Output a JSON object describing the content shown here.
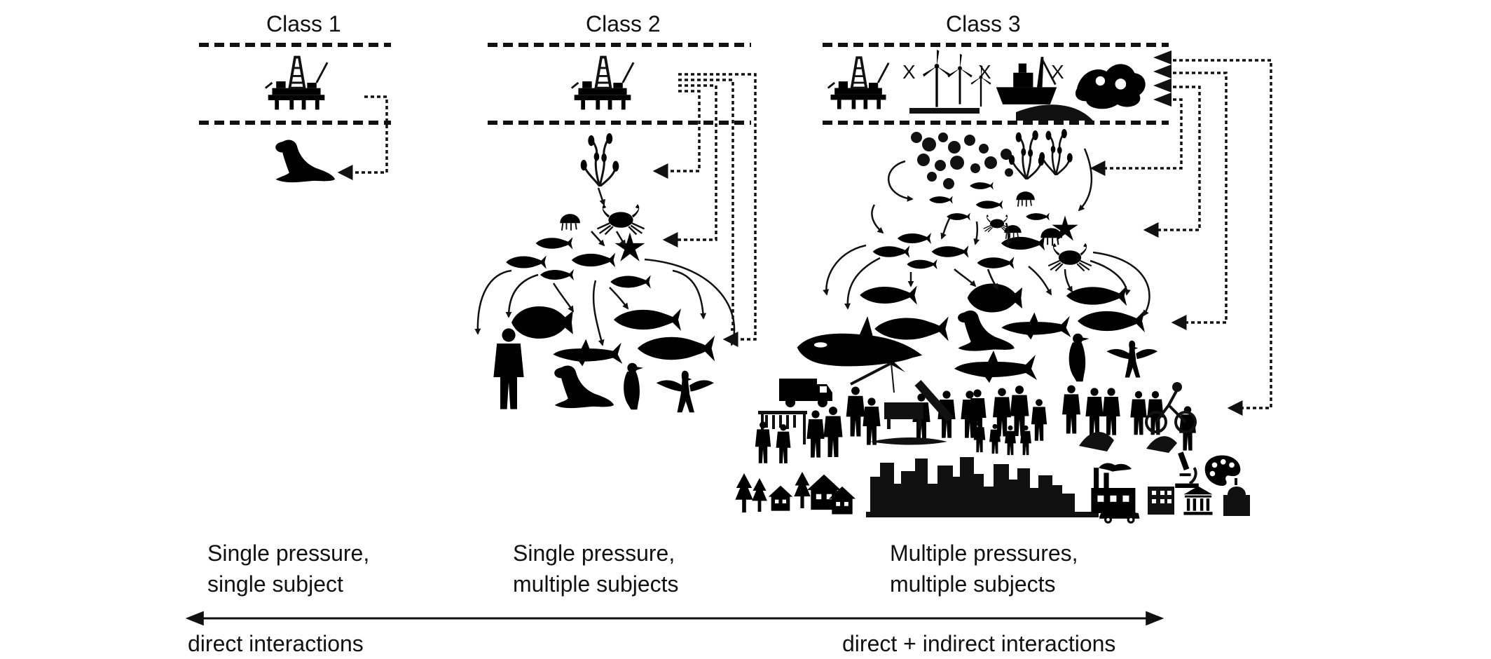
{
  "classes": [
    {
      "title": "Class 1",
      "description": [
        "Single pressure,",
        "single subject"
      ]
    },
    {
      "title": "Class 2",
      "description": [
        "Single pressure,",
        "multiple subjects"
      ]
    },
    {
      "title": "Class 3",
      "description": [
        "Multiple pressures,",
        "multiple subjects"
      ]
    }
  ],
  "pressure_separator": "X",
  "axis": {
    "left_label": "direct interactions",
    "right_label": "direct + indirect interactions"
  },
  "colors": {
    "ink": "#111111",
    "background": "#ffffff"
  },
  "icons": {
    "pressures": [
      "oil-platform-icon",
      "wind-turbine-icon",
      "fishing-vessel-icon",
      "oil-spill-icon"
    ],
    "class1_subjects": [
      "seal-icon"
    ],
    "class2_subjects": [
      "kelp-icon",
      "jellyfish-icon",
      "crab-icon",
      "starfish-icon",
      "fish-icon",
      "flatfish-icon",
      "cod-icon",
      "shark-icon",
      "person-icon",
      "seal-icon",
      "guillemot-icon",
      "cormorant-icon"
    ],
    "class3_subjects": [
      "plankton-icon",
      "kelp-icon",
      "fish-icon",
      "crab-icon",
      "starfish-icon",
      "orca-icon",
      "redfish-icon",
      "seal-icon",
      "shark-icon",
      "guillemot-icon",
      "cormorant-icon",
      "people-icon",
      "city-icon",
      "houses-icon",
      "factory-icon",
      "car-icon",
      "microscope-icon",
      "palette-icon",
      "museum-icon"
    ]
  }
}
